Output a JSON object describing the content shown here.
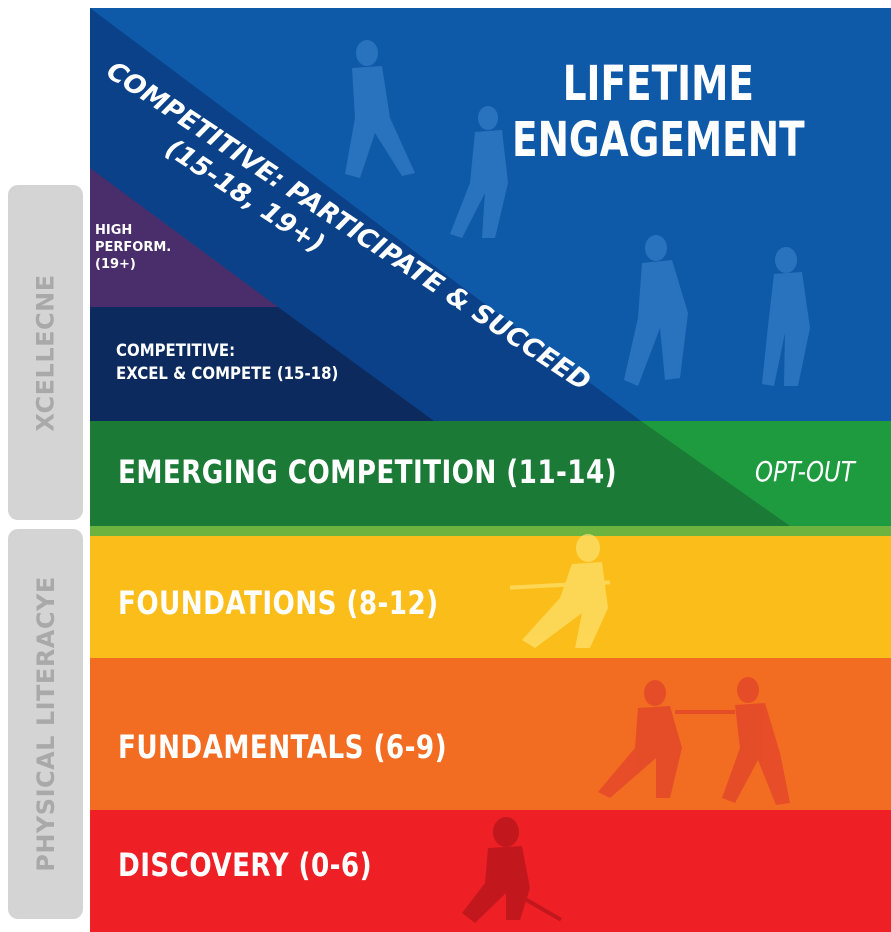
{
  "side_labels": {
    "excellence": "XCELLECNE",
    "physical_literacy": "PHYSICAL LITERACYE"
  },
  "stages": {
    "lifetime": [
      "LIFETIME",
      "ENGAGEMENT"
    ],
    "competitive_participate": [
      "COMPETITIVE: PARTICIPATE & SUCCEED",
      "(15-18, 19+)"
    ],
    "high_performance": [
      "HIGH",
      "PERFORM.",
      "(19+)"
    ],
    "competitive_excel": [
      "COMPETITIVE:",
      "EXCEL & COMPETE (15-18)"
    ],
    "emerging": "EMERGING COMPETITION (11-14)",
    "opt_out": "OPT-OUT",
    "foundations": "FOUNDATIONS (8-12)",
    "fundamentals": "FUNDAMENTALS (6-9)",
    "discovery": "DISCOVERY (0-6)"
  },
  "colors": {
    "lifetime_blue": "#0f5aa8",
    "competitive_dark_blue": "#0b4189",
    "competitive_navy": "#0c2a5e",
    "high_performance_purple": "#4a2e6b",
    "emerging_green": "#1a7a36",
    "opt_out_green": "#1f9b3f",
    "foundations_yellow": "#fbbd19",
    "fundamentals_orange": "#f26c21",
    "discovery_red": "#ee2025",
    "side_tab_gray": "#d4d4d4"
  }
}
